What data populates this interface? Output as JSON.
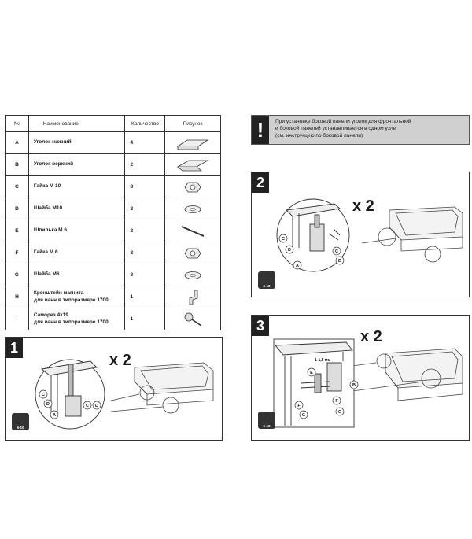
{
  "table": {
    "headers": {
      "no": "№",
      "name": "Наименование",
      "qty": "Количество",
      "pic": "Рисунок"
    },
    "rows": [
      {
        "id": "A",
        "name": "Уголок нижний",
        "qty": "4",
        "icon": "lower-bracket-icon"
      },
      {
        "id": "B",
        "name": "Уголок верхний",
        "qty": "2",
        "icon": "upper-bracket-icon"
      },
      {
        "id": "C",
        "name": "Гайка М 10",
        "qty": "8",
        "icon": "nut-icon"
      },
      {
        "id": "D",
        "name": "Шайба М10",
        "qty": "8",
        "icon": "washer-icon"
      },
      {
        "id": "E",
        "name": "Шпилька М 6",
        "qty": "2",
        "icon": "stud-icon"
      },
      {
        "id": "F",
        "name": "Гайка М 6",
        "qty": "8",
        "icon": "nut-icon"
      },
      {
        "id": "G",
        "name": "Шайба М6",
        "qty": "8",
        "icon": "washer-icon"
      },
      {
        "id": "H",
        "name": "Кронштейн магнита\nдля ванн в типоразмере 1700",
        "qty": "1",
        "icon": "magnet-bracket-icon"
      },
      {
        "id": "I",
        "name": "Саморез 4x19\nдля ванн в типоразмере 1700",
        "qty": "1",
        "icon": "screw-icon"
      }
    ]
  },
  "warning": {
    "mark": "!",
    "line1": "При установке боковой панели уголок для фронтальной",
    "line2": "и боковой панелей устанавливается в одном узле",
    "line3": "(см. инструкцию по боковой панели)"
  },
  "steps": [
    {
      "number": "1",
      "multiplier": "x 2",
      "tool": "6-10",
      "labels": [
        "C",
        "D",
        "A",
        "C",
        "D"
      ]
    },
    {
      "number": "2",
      "multiplier": "x 2",
      "tool": "6-10",
      "labels": [
        "C",
        "D",
        "A",
        "C",
        "D"
      ]
    },
    {
      "number": "3",
      "multiplier": "x 2",
      "tool": "6-10",
      "labels": [
        "E",
        "B",
        "F",
        "G",
        "F",
        "G"
      ],
      "dimension": "1-1,5 мм"
    }
  ]
}
